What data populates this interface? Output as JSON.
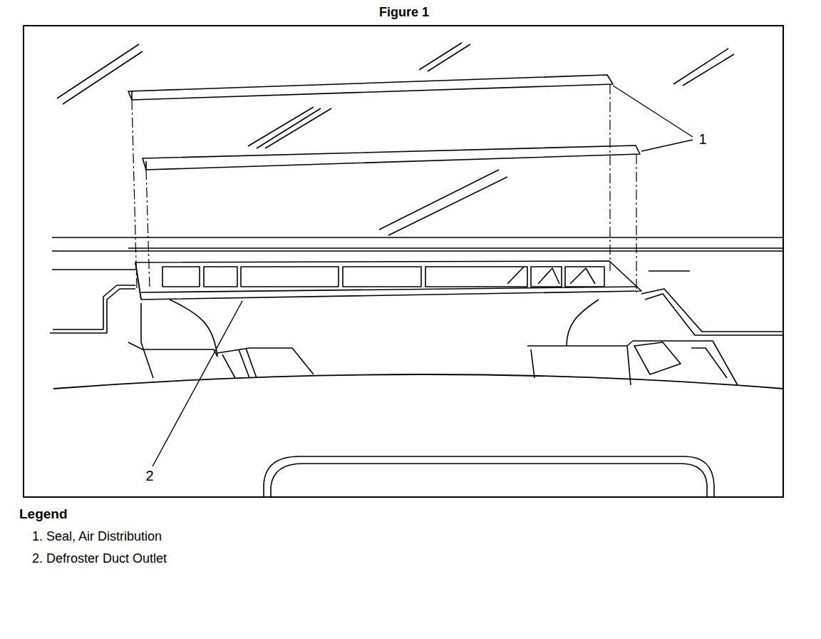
{
  "diagram": {
    "title": "Figure 1",
    "labels": [
      "1",
      "2",
      "Legend"
    ],
    "legend": [
      {
        "text": "1. Seal, Air Distribution"
      },
      {
        "text": "2. Defroster Duct Outlet"
      }
    ]
  }
}
